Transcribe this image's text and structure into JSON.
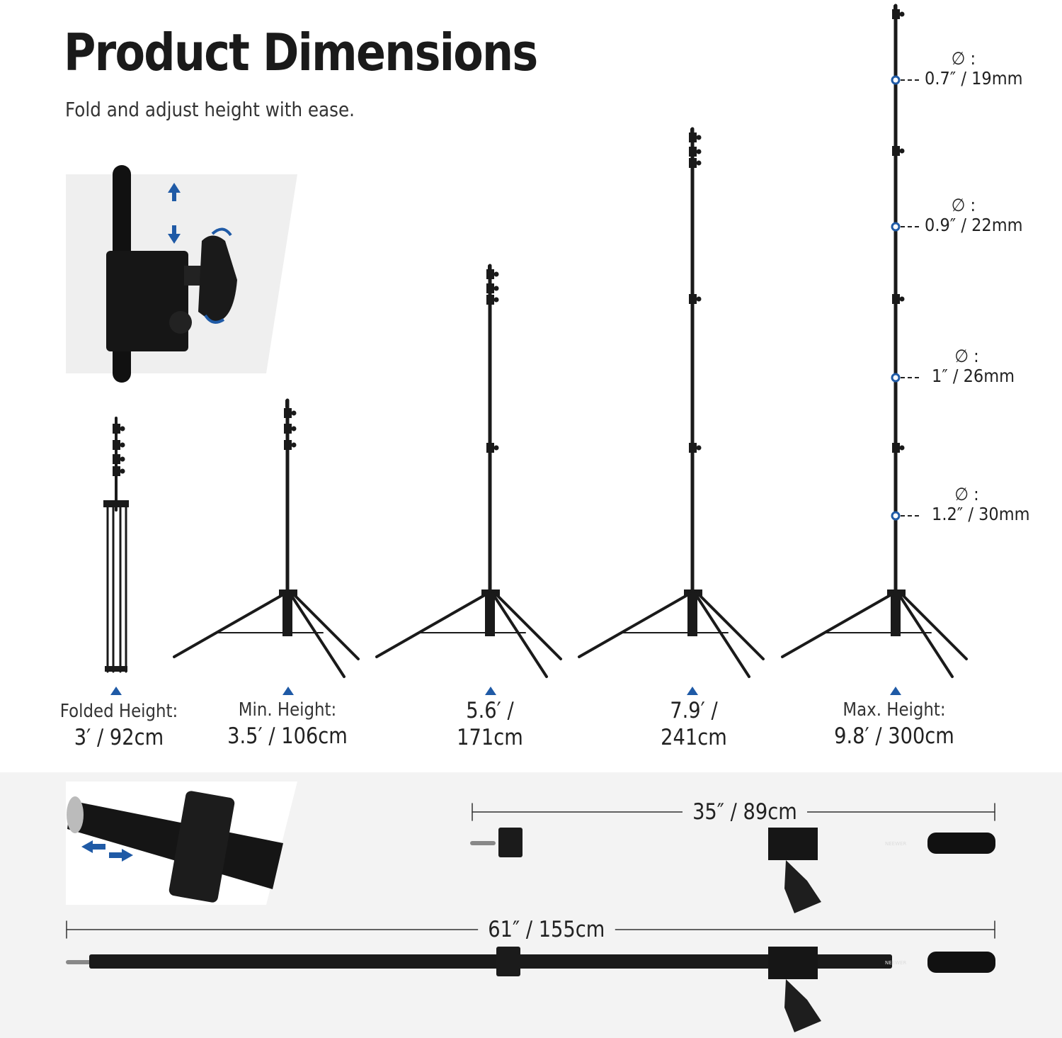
{
  "header": {
    "title": "Product Dimensions",
    "subtitle": "Fold and adjust height with ease."
  },
  "stands": [
    {
      "label": "Folded Height:",
      "value": "3′ / 92cm"
    },
    {
      "label": "Min. Height:",
      "value": "3.5′ / 106cm"
    },
    {
      "label": "5.6′ /",
      "value": "171cm"
    },
    {
      "label": "7.9′ /",
      "value": "241cm"
    },
    {
      "label": "Max. Height:",
      "value": "9.8′ / 300cm"
    }
  ],
  "diameters": {
    "symbol": "∅ :",
    "values": [
      "0.7″ / 19mm",
      "0.9″ / 22mm",
      "1″ / 26mm",
      "1.2″ / 30mm"
    ]
  },
  "boom": {
    "short_length": "35″ / 89cm",
    "long_length": "61″ / 155cm",
    "brand": "NEEWER"
  },
  "colors": {
    "accent": "#1f5aa6",
    "band": "#f3f3f3",
    "metal": "#1a1a1a"
  }
}
